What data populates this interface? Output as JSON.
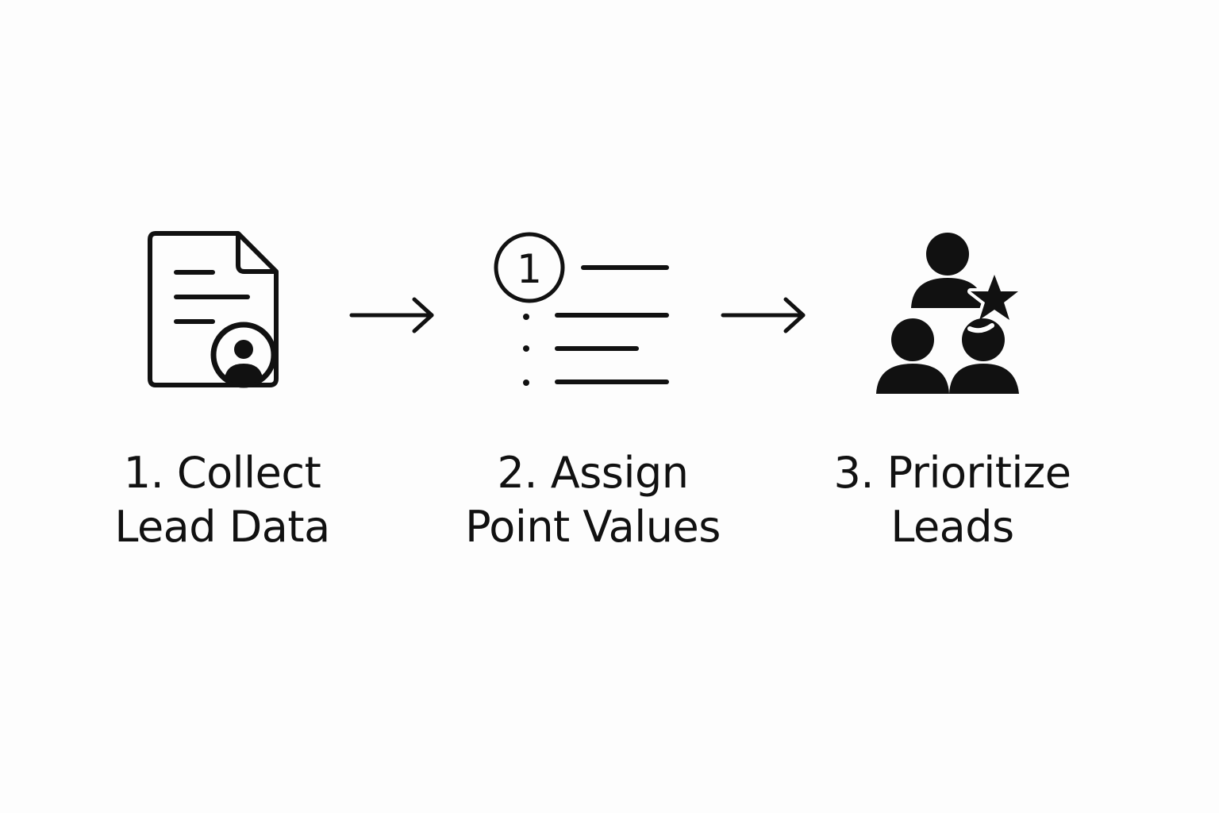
{
  "diagram": {
    "steps": [
      {
        "line1": "1. Collect",
        "line2": "Lead Data",
        "icon": "document-person-icon"
      },
      {
        "line1": "2. Assign",
        "line2": "Point Values",
        "icon": "numbered-list-icon",
        "badge": "1"
      },
      {
        "line1": "3. Prioritize",
        "line2": "Leads",
        "icon": "group-star-icon"
      }
    ],
    "connectors": [
      "arrow-right-icon",
      "arrow-right-icon"
    ],
    "colors": {
      "ink": "#111111",
      "background": "#fdfdfd"
    }
  }
}
